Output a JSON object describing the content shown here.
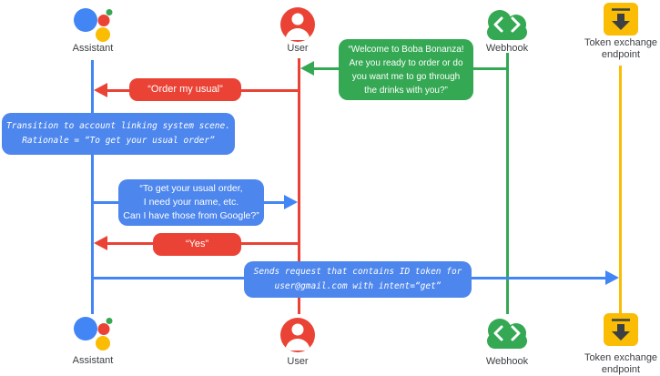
{
  "title": "Boba Bonanza account-linking sequence diagram",
  "colors": {
    "blue": "#4285F4",
    "blue_bubble": "#4D86EC",
    "red": "#EA4335",
    "green": "#34A853",
    "yellow": "#FBBC04",
    "label_gray": "#3C4043"
  },
  "actors": {
    "assistant": {
      "label": "Assistant",
      "icon": "google-assistant-logo"
    },
    "user": {
      "label": "User",
      "icon": "user-avatar"
    },
    "webhook": {
      "label": "Webhook",
      "icon": "cloud-code"
    },
    "token_endpoint": {
      "label_line1": "Token exchange",
      "label_line2": "endpoint",
      "icon": "inbox-download"
    }
  },
  "messages": {
    "welcome": {
      "from": "Webhook",
      "to": "User",
      "color": "green",
      "lines": [
        "“Welcome to Boba Bonanza!",
        "Are you ready to order or do",
        "you want me to go through",
        "the drinks with you?”"
      ]
    },
    "order_usual": {
      "from": "User",
      "to": "Assistant",
      "color": "red",
      "text": "“Order my usual”"
    },
    "transition_note": {
      "type": "note",
      "color": "blue",
      "lines": [
        "Transition to account linking system scene.",
        "Rationale = “To get your usual order”"
      ]
    },
    "ask_permission": {
      "from": "Assistant",
      "to": "User",
      "color": "blue",
      "lines": [
        "“To get your usual order,",
        "I need your name, etc.",
        "Can I have those from Google?”"
      ]
    },
    "yes": {
      "from": "User",
      "to": "Assistant",
      "color": "red",
      "text": "“Yes”"
    },
    "send_request": {
      "from": "Assistant",
      "to": "Token exchange endpoint",
      "color": "blue",
      "lines": [
        "Sends request that contains ID token for",
        "user@gmail.com with intent=“get”"
      ]
    }
  }
}
